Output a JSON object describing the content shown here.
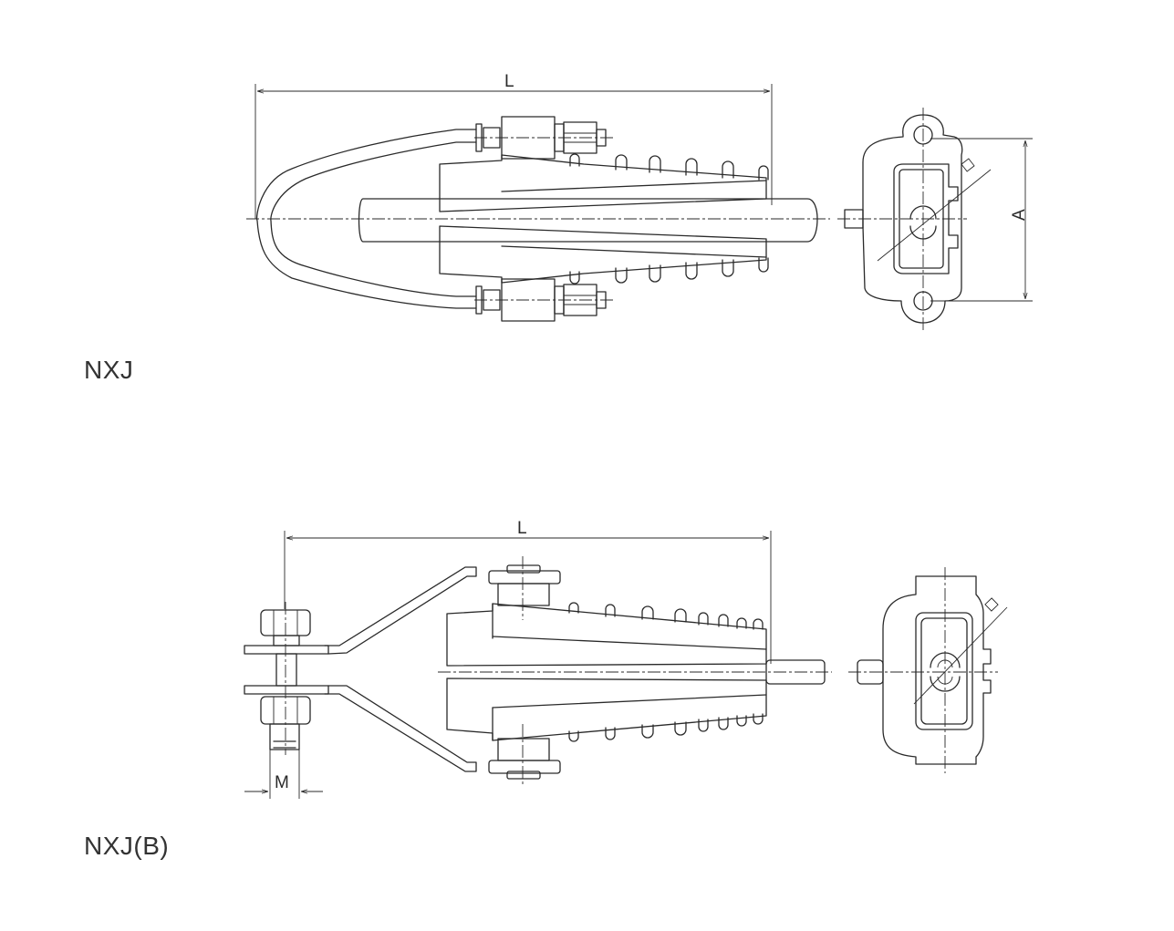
{
  "figures": [
    {
      "caption": "NXJ",
      "dimension_labels": {
        "length": "L",
        "height": "A"
      }
    },
    {
      "caption": "NXJ(B)",
      "dimension_labels": {
        "length": "L",
        "bolt": "M"
      }
    }
  ],
  "colors": {
    "line": "#2a2a2a",
    "caption": "#333333",
    "background": "#ffffff"
  }
}
